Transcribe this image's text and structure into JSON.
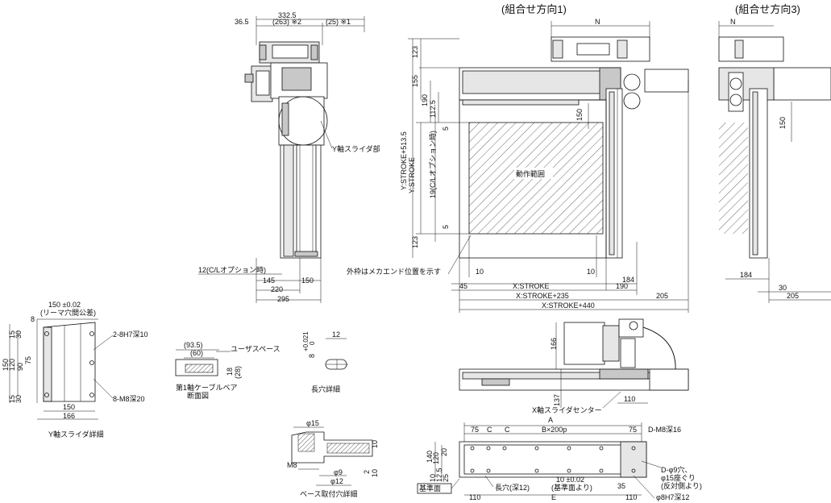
{
  "headings": {
    "combo1": "(組合せ方向1)",
    "combo3": "(組合せ方向3)"
  },
  "side_view": {
    "top_total": "332.5",
    "top_left": "36.5",
    "top_mid": "(263) ※2",
    "top_right": "(25) ※1",
    "y_slider_label": "Y軸スライダ部",
    "cl_option": "12(C/Lオプション時)",
    "dim_145": "145",
    "dim_150": "150",
    "dim_220": "220",
    "dim_295": "295"
  },
  "front_view": {
    "n_label": "N",
    "v123_top": "123",
    "v155": "155",
    "v190": "190",
    "v112_5": "112.5",
    "v_stroke_513": "Y:STROKE+513.5",
    "v_stroke": "Y:STROKE",
    "v19_cl": "19(C/Lオプション時)",
    "v5_top": "5",
    "v5_bot": "5",
    "v123_bot": "123",
    "v150": "150",
    "work_area": "動作範囲",
    "outer_frame_note": "外枠はメカエンド位置を示す",
    "h10_left": "10",
    "h10_right": "10",
    "h45": "45",
    "h184": "184",
    "x_stroke": "X:STROKE",
    "h190": "190",
    "x_stroke_235": "X:STROKE+235",
    "h205": "205",
    "x_stroke_440": "X:STROKE+440"
  },
  "combo3_view": {
    "n_label": "N",
    "v150": "150",
    "h184": "184",
    "h30": "30",
    "h205": "205"
  },
  "y_slider_detail": {
    "top_dim": "150 ±0.02",
    "reamer": "(リーマ穴間公差)",
    "dim8": "8",
    "hole1": "2-8H7深10",
    "hole2": "8-M8深20",
    "v15a": "15",
    "v30a": "30",
    "v150": "150",
    "v120": "120",
    "v90": "90",
    "v75": "75",
    "v15b": "15",
    "v30b": "30",
    "h150": "150",
    "h166": "166",
    "caption": "Y軸スライダ詳細"
  },
  "cable_section": {
    "d93": "(93.5)",
    "d60": "(60)",
    "user_space": "ユーザスペース",
    "d18": "18",
    "d28": "(28)",
    "caption1": "第1軸ケーブルベア",
    "caption2": "断面図"
  },
  "long_hole": {
    "tol": "+0.021",
    "tol0": "0",
    "dim8": "8",
    "dim12": "12",
    "caption": "長穴詳細"
  },
  "base_hole": {
    "phi15": "φ15",
    "dim10": "10",
    "m8": "M8",
    "phi9": "φ9",
    "phi12": "φ12",
    "dim2": "2",
    "dim10b": "10",
    "caption": "ベース取付穴詳細"
  },
  "x_side": {
    "v166": "166",
    "v137": "137",
    "h110": "110",
    "label": "X軸スライダセンター"
  },
  "base_plan": {
    "a": "A",
    "b": "B×200p",
    "c1": "C",
    "c2": "C",
    "d75a": "75",
    "d75b": "75",
    "hole_d": "D-M8深16",
    "v140": "140",
    "v120": "120",
    "v20": "20",
    "v10": "10",
    "v12_5": "12.5",
    "v25": "25",
    "ref_face": "基準面",
    "long_hole": "長穴(深12)",
    "tol": "10 ±0.02",
    "tol_ref": "(基準面より)",
    "d35": "35",
    "h110a": "110",
    "h110b": "110",
    "e": "E",
    "hole_note1": "D-φ9穴、",
    "hole_note2": "φ15座ぐり",
    "hole_note3": "(反対側より)",
    "hole_note4": "φ8H7深12"
  }
}
